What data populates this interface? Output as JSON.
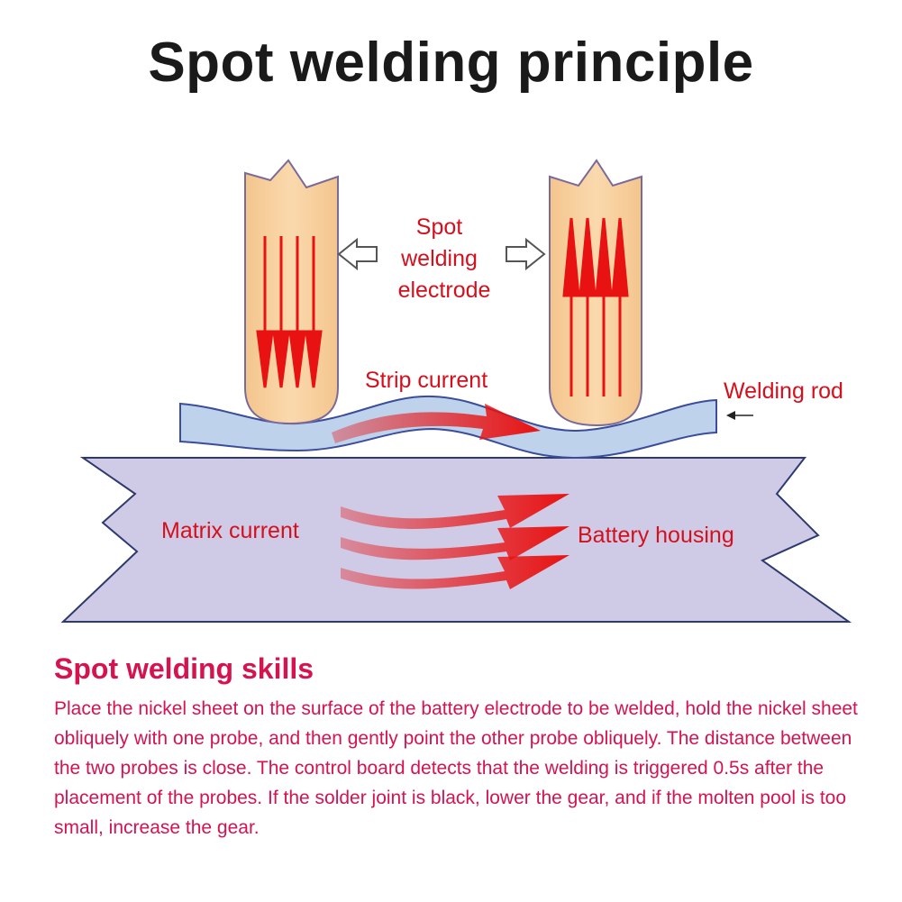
{
  "title": "Spot welding principle",
  "labels": {
    "electrode": [
      "Spot",
      "welding",
      "electrode"
    ],
    "strip_current": "Strip current",
    "welding_rod": "Welding rod",
    "matrix_current": "Matrix current",
    "battery_housing": "Battery housing"
  },
  "skills": {
    "heading": "Spot welding skills",
    "body": "Place the nickel sheet on the surface of the battery electrode to be welded, hold the nickel sheet obliquely with one probe, and then gently point the other probe obliquely. The distance between the two probes is close. The control board detects that the welding is triggered 0.5s after the placement of the probes. If the solder joint is black, lower the gear, and if the molten pool is too small, increase the gear."
  },
  "colors": {
    "electrode_fill": "#f7cf9b",
    "electrode_stroke": "#7a6a9a",
    "current": "#e81212",
    "housing_fill": "#cfcbe7",
    "rod_fill": "#bfd2ec",
    "rod_stroke": "#3a4d9a",
    "label_red": "#d4101d",
    "skills_pink": "#d4134f"
  }
}
